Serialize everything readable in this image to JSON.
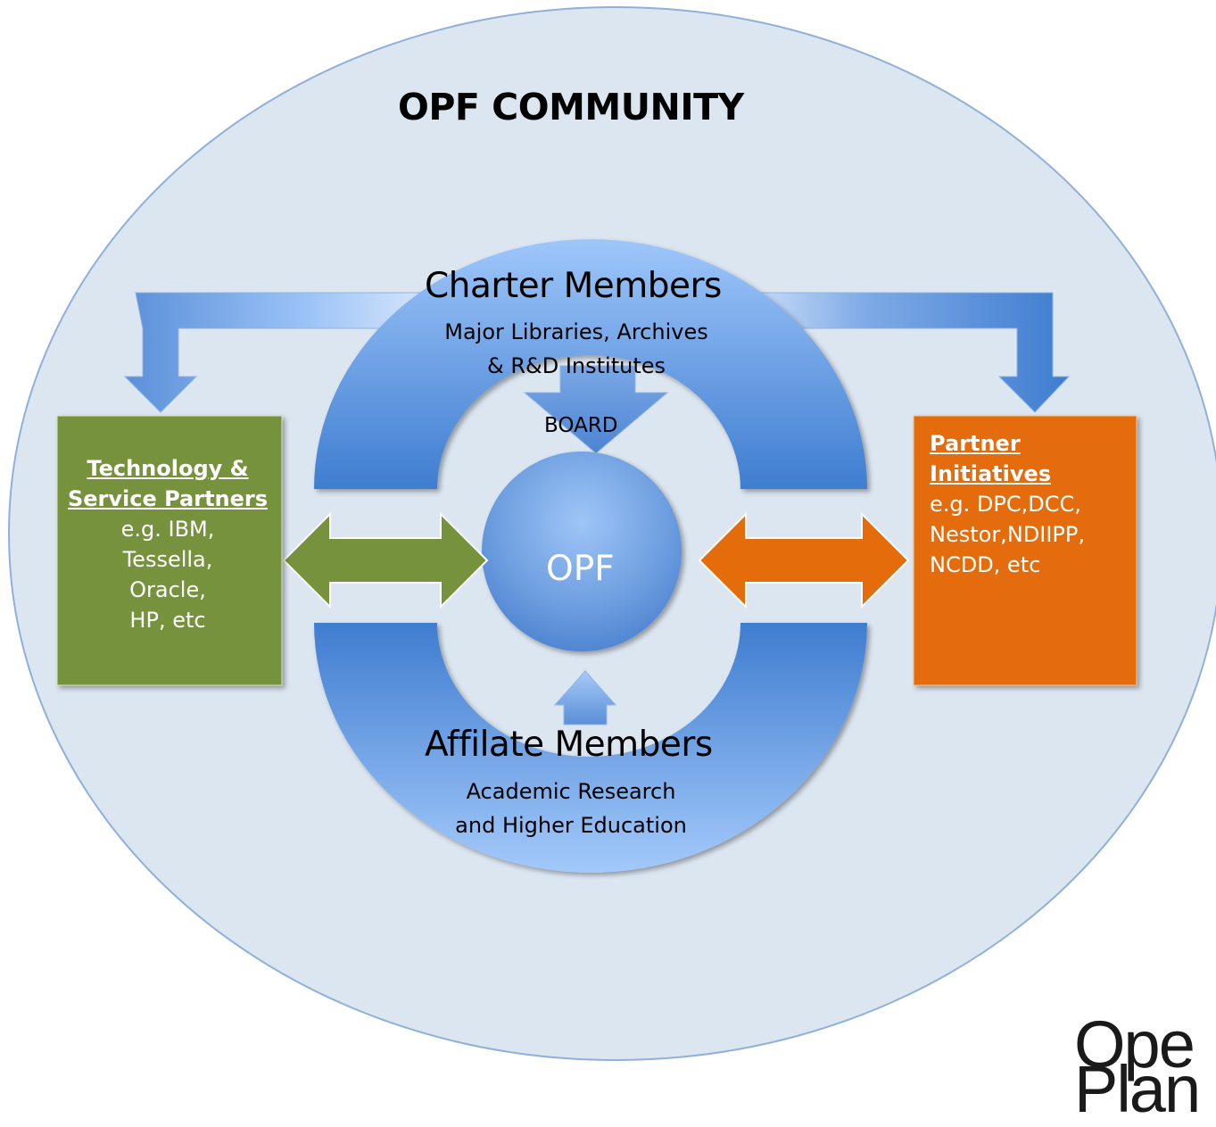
{
  "title": "OPF COMMUNITY",
  "charter": {
    "title": "Charter Members",
    "lines": [
      "Major Libraries, Archives",
      "& R&D Institutes"
    ]
  },
  "board": "BOARD",
  "center": "OPF",
  "affiliate": {
    "title": "Affilate Members",
    "lines": [
      "Academic Research",
      "and Higher Education"
    ]
  },
  "technology": {
    "heading_lines": [
      "Technology &",
      "Service Partners"
    ],
    "body_lines": [
      "e.g. IBM,",
      "Tessella,",
      "Oracle,",
      "HP, etc"
    ]
  },
  "partner": {
    "heading_lines": [
      "Partner",
      "Initiatives"
    ],
    "body_lines": [
      "e.g. DPC,DCC,",
      "Nestor,NDIIPP,",
      "NCDD, etc"
    ]
  },
  "logo": {
    "lines": [
      "Ope",
      "Plan"
    ]
  },
  "colors": {
    "community_fill": "#dce6f1",
    "blue_shape": "#5b8fd6",
    "blue_light": "#9cc3f7",
    "green_box": "#76923c",
    "orange_box": "#e46c0a"
  }
}
